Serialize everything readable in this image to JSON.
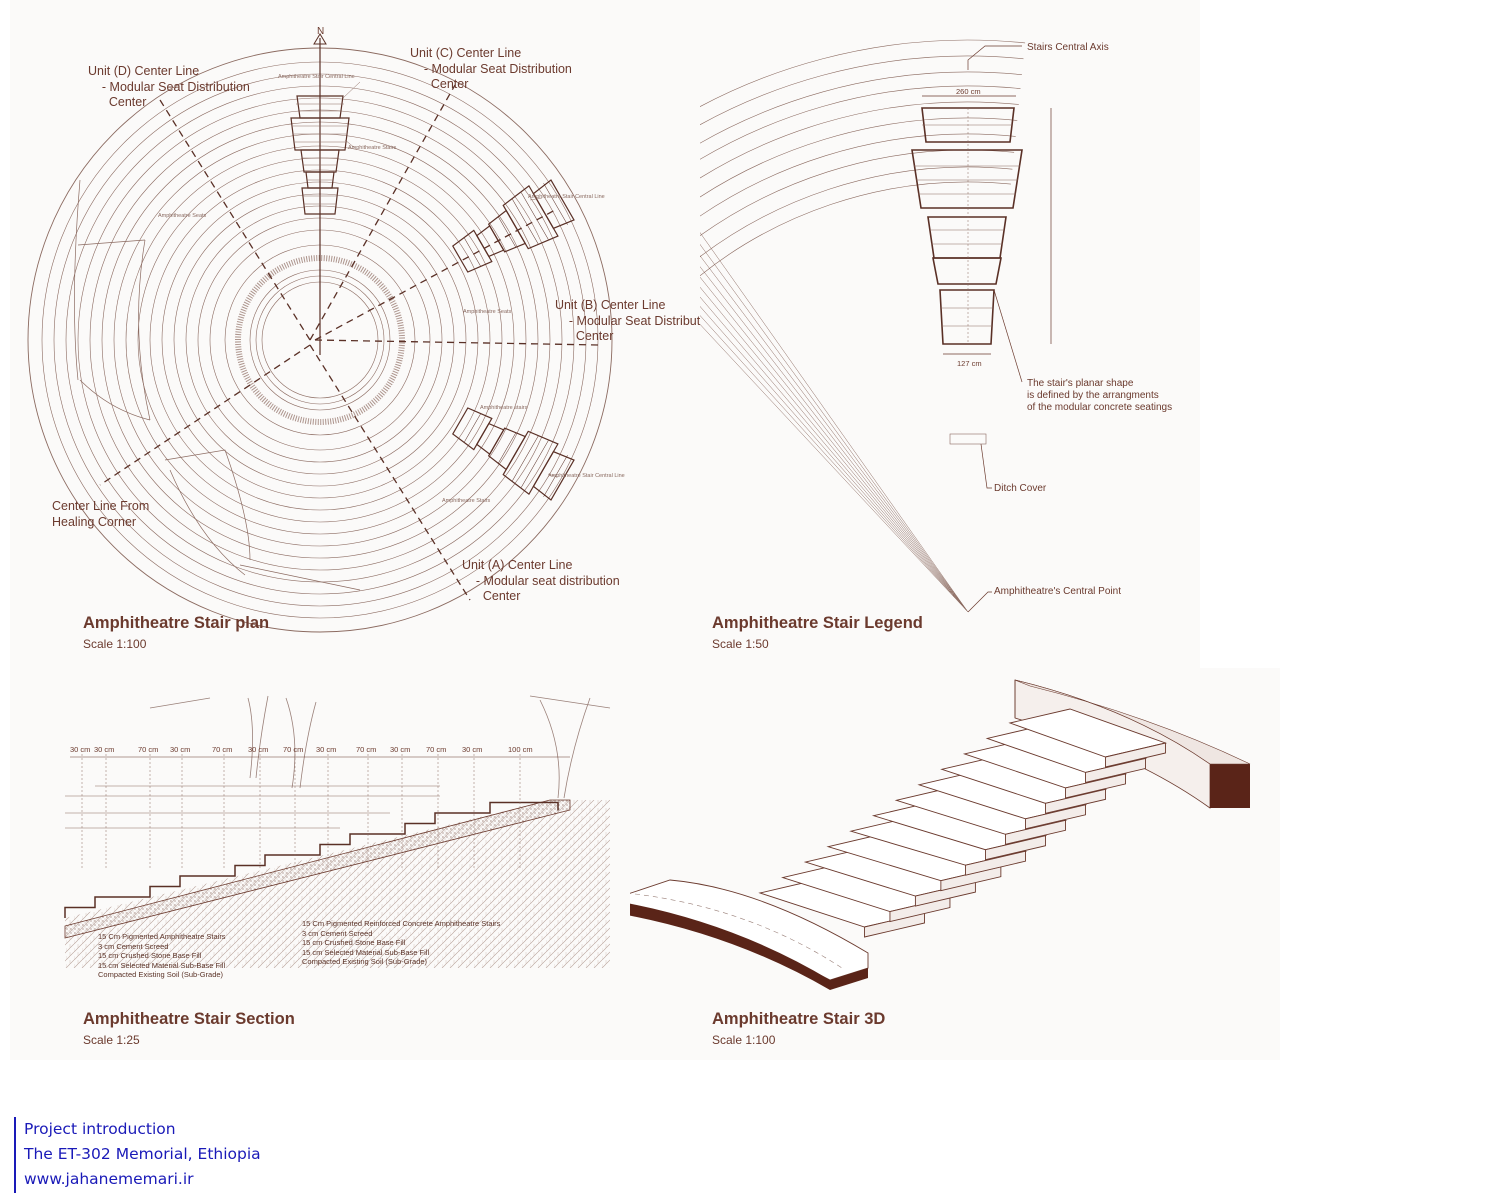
{
  "plan": {
    "title": "Amphitheatre Stair plan",
    "scale": "Scale 1:100",
    "north": "N",
    "unit_d": "Unit (D) Center Line\n    - Modular Seat Distribution\n      Center",
    "unit_c": "Unit (C) Center Line\n    - Modular Seat Distribution\n      Center",
    "unit_b": "Unit (B) Center Line\n    - Modular Seat Distribution\n      Center",
    "unit_a": "Unit (A) Center Line\n    - Modular seat distribution\n      Center",
    "healing": "Center Line From\nHealing Corner",
    "lbl_stair_axis_top": "Amphitheatre Stair Central Line",
    "lbl_stairs_top": "Amphitheatre Stairs",
    "lbl_seats_left": "Amphitheatre Seats",
    "lbl_stair_axis_right": "Amphitheatre Stair Central Line",
    "lbl_seats_right": "Amphitheatre Seats",
    "lbl_stairs_lower": "Amphitheatre stairs",
    "lbl_stair_axis_lower": "Amphitheatre Stair Central Line",
    "lbl_stairs_bottom": "Amphitheatre Stairs"
  },
  "legend": {
    "title": "Amphitheatre Stair Legend",
    "scale": "Scale 1:50",
    "axis": "Stairs Central Axis",
    "top_dim": "260 cm",
    "bottom_dim": "127 cm",
    "planar": "The stair's planar shape\nis defined by the arrangments\nof the modular concrete seatings",
    "ditch": "Ditch Cover",
    "central_point": "Amphitheatre's Central Point"
  },
  "section": {
    "title": "Amphitheatre Stair Section",
    "scale": "Scale 1:25",
    "dims": [
      "30 cm",
      "30 cm",
      "70 cm",
      "30 cm",
      "70 cm",
      "30 cm",
      "70 cm",
      "30 cm",
      "70 cm",
      "30 cm",
      "70 cm",
      "30 cm",
      "100 cm"
    ],
    "left_layers": [
      "15 Cm Pigmented Amphitheatre Stairs",
      "3 cm Cement Screed",
      "15 cm Crushed Stone Base Fill",
      "15 cm Selected Material Sub-Base Fill",
      "Compacted Existing Soil (Sub-Grade)"
    ],
    "right_layers": [
      "15 Cm Pigmented Reinforced Concrete Amphitheatre Stairs",
      "3 cm Cement Screed",
      "15 cm Crushed Stone Base Fill",
      "15 cm Selected Material Sub-Base Fill",
      "Compacted Existing Soil (Sub-Grade)"
    ]
  },
  "view3d": {
    "title": "Amphitheatre Stair 3D",
    "scale": "Scale 1:100"
  },
  "footer": {
    "line1": "Project introduction",
    "line2": "The ET-302 Memorial, Ethiopia",
    "line3": "www.jahanememari.ir"
  },
  "colors": {
    "line": "#6b3a2e",
    "dark": "#5a2418",
    "link": "#1a1ab8"
  }
}
